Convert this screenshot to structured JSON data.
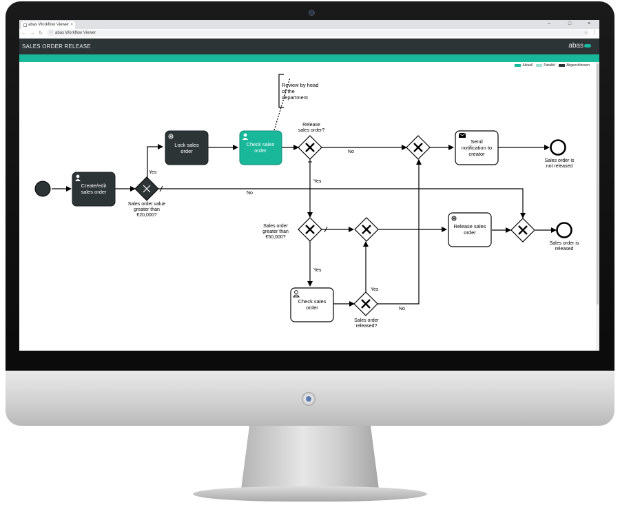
{
  "browser": {
    "tab_title": "abas Workflow Viewer",
    "tab_close": "×",
    "address": "abas Workflow Viewer",
    "window_controls": [
      "–",
      "□",
      "×"
    ]
  },
  "app": {
    "title": "SALES ORDER RELEASE",
    "logo": "abas"
  },
  "legend": [
    {
      "label": "Aktuell",
      "color": "#19b89b"
    },
    {
      "label": "Parallel",
      "color": "#9fe0d2"
    },
    {
      "label": "Abgeschlossen",
      "color": "#2d3436"
    }
  ],
  "diagram": {
    "tasks": {
      "create_edit": [
        "Create/edit",
        "sales order"
      ],
      "lock": [
        "Lock sales",
        "order"
      ],
      "check_current": [
        "Check sales",
        "order"
      ],
      "send_notification": [
        "Send",
        "notification to",
        "creator"
      ],
      "release": [
        "Release sales",
        "order"
      ],
      "check_second": [
        "Check sales",
        "order"
      ]
    },
    "annotation": [
      "Review by head",
      "of the",
      "department"
    ],
    "gateway_labels": {
      "value_20000": [
        "Sales order value",
        "greater than",
        "€20,000?"
      ],
      "release_question": [
        "Release",
        "sales order?"
      ],
      "greater_50000": [
        "Sales order",
        "greater than",
        "€50,000?"
      ],
      "released_question": [
        "Sales order",
        "released?"
      ]
    },
    "end_labels": {
      "not_released": [
        "Sales order is",
        "not released"
      ],
      "released": [
        "Sales order is",
        "released"
      ]
    },
    "flow_labels": {
      "yes_1": "Yes",
      "no_1": "No",
      "no_2": "No",
      "yes_2": "Yes",
      "yes_3": "Yes",
      "yes_4": "Yes",
      "no_3": "No"
    }
  }
}
